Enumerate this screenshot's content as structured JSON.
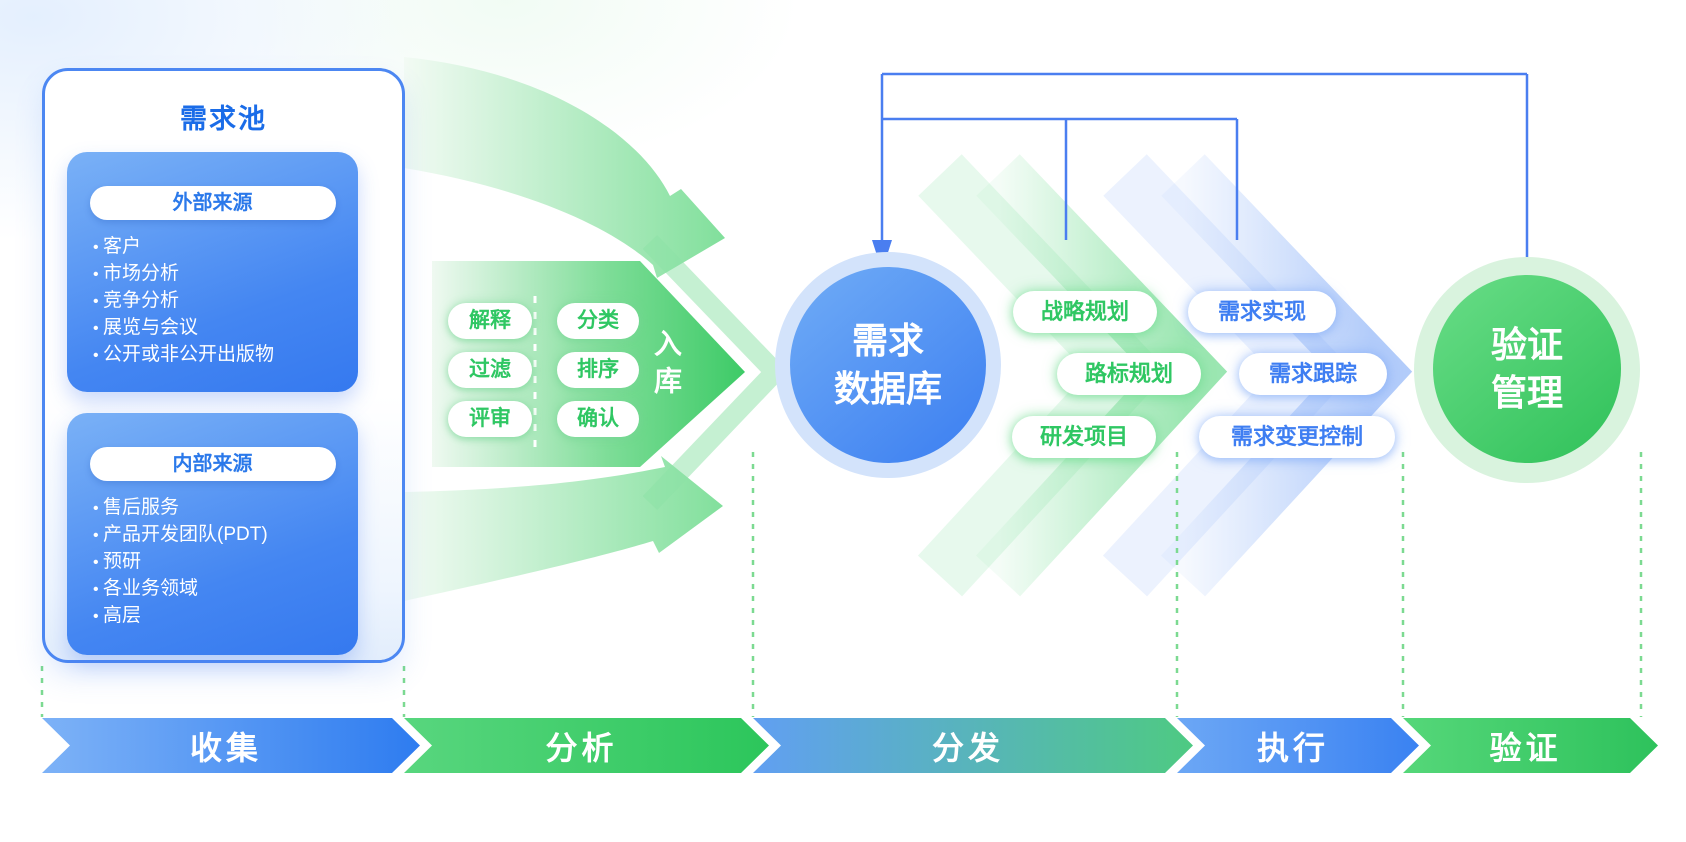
{
  "palette": {
    "primary_blue": "#3b82f2",
    "primary_green": "#34cb63",
    "connector_blue": "#4a7ef0",
    "dash_green": "#7cda91",
    "halo_blue": "#d3e3fb",
    "halo_green": "#d9f3de"
  },
  "pool": {
    "title": "需求池",
    "cards": [
      {
        "header": "外部来源",
        "items": [
          "客户",
          "市场分析",
          "竞争分析",
          "展览与会议",
          "公开或非公开出版物"
        ]
      },
      {
        "header": "内部来源",
        "items": [
          "售后服务",
          "产品开发团队(PDT)",
          "预研",
          "各业务领域",
          "高层"
        ]
      }
    ]
  },
  "analysis": {
    "left_pills": [
      "解释",
      "过滤",
      "评审"
    ],
    "right_pills": [
      "分类",
      "排序",
      "确认"
    ],
    "arrow_label": "入库"
  },
  "database_circle": {
    "label": "需求\n数据库"
  },
  "distribution_pills": [
    "战略规划",
    "路标规划",
    "研发项目"
  ],
  "execution_pills": [
    "需求实现",
    "需求跟踪",
    "需求变更控制"
  ],
  "verification_circle": {
    "label": "验证\n管理"
  },
  "banner": {
    "stages": [
      {
        "label": "收集"
      },
      {
        "label": "分析"
      },
      {
        "label": "分发"
      },
      {
        "label": "执行"
      },
      {
        "label": "验证"
      }
    ]
  }
}
